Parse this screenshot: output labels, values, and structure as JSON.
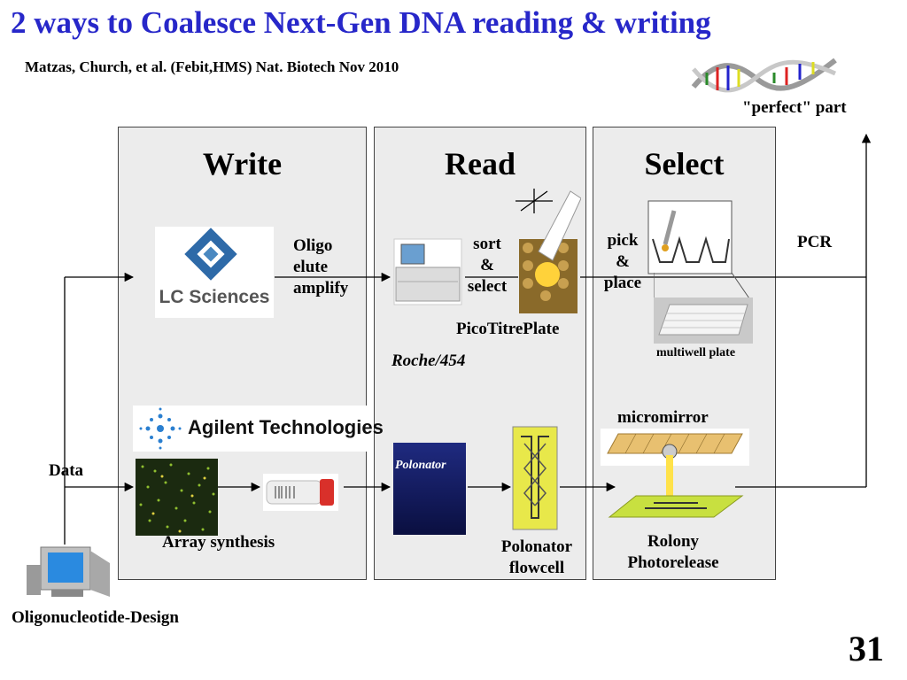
{
  "title": "2 ways to Coalesce Next-Gen DNA reading & writing",
  "subtitle": "Matzas, Church, et al. (Febit,HMS) Nat. Biotech Nov 2010",
  "perfect_part": "\"perfect\" part",
  "panels": {
    "write": "Write",
    "read": "Read",
    "select": "Select"
  },
  "top_row": {
    "lc_sciences_logo": "LC Sciences",
    "oligo_steps": [
      "Oligo",
      "elute",
      "amplify"
    ],
    "sort_select": [
      "sort",
      "&",
      "select"
    ],
    "picotitreplate": "PicoTitrePlate",
    "roche": "Roche/454",
    "pick_place": [
      "pick",
      "&",
      "place"
    ],
    "multiwell": "multiwell plate",
    "pcr": "PCR"
  },
  "bottom_row": {
    "agilent_logo": "Agilent Technologies",
    "data": "Data",
    "array_synthesis": "Array synthesis",
    "polonator_machine": "Polonator",
    "polonator_flowcell": [
      "Polonator",
      "flowcell"
    ],
    "micromirror": "micromirror",
    "rolony": [
      "Rolony",
      "Photorelease"
    ]
  },
  "oligo_design": "Oligonucleotide-Design",
  "page_number": "31",
  "colors": {
    "title": "#2727c9",
    "panel_bg": "#ececec"
  }
}
